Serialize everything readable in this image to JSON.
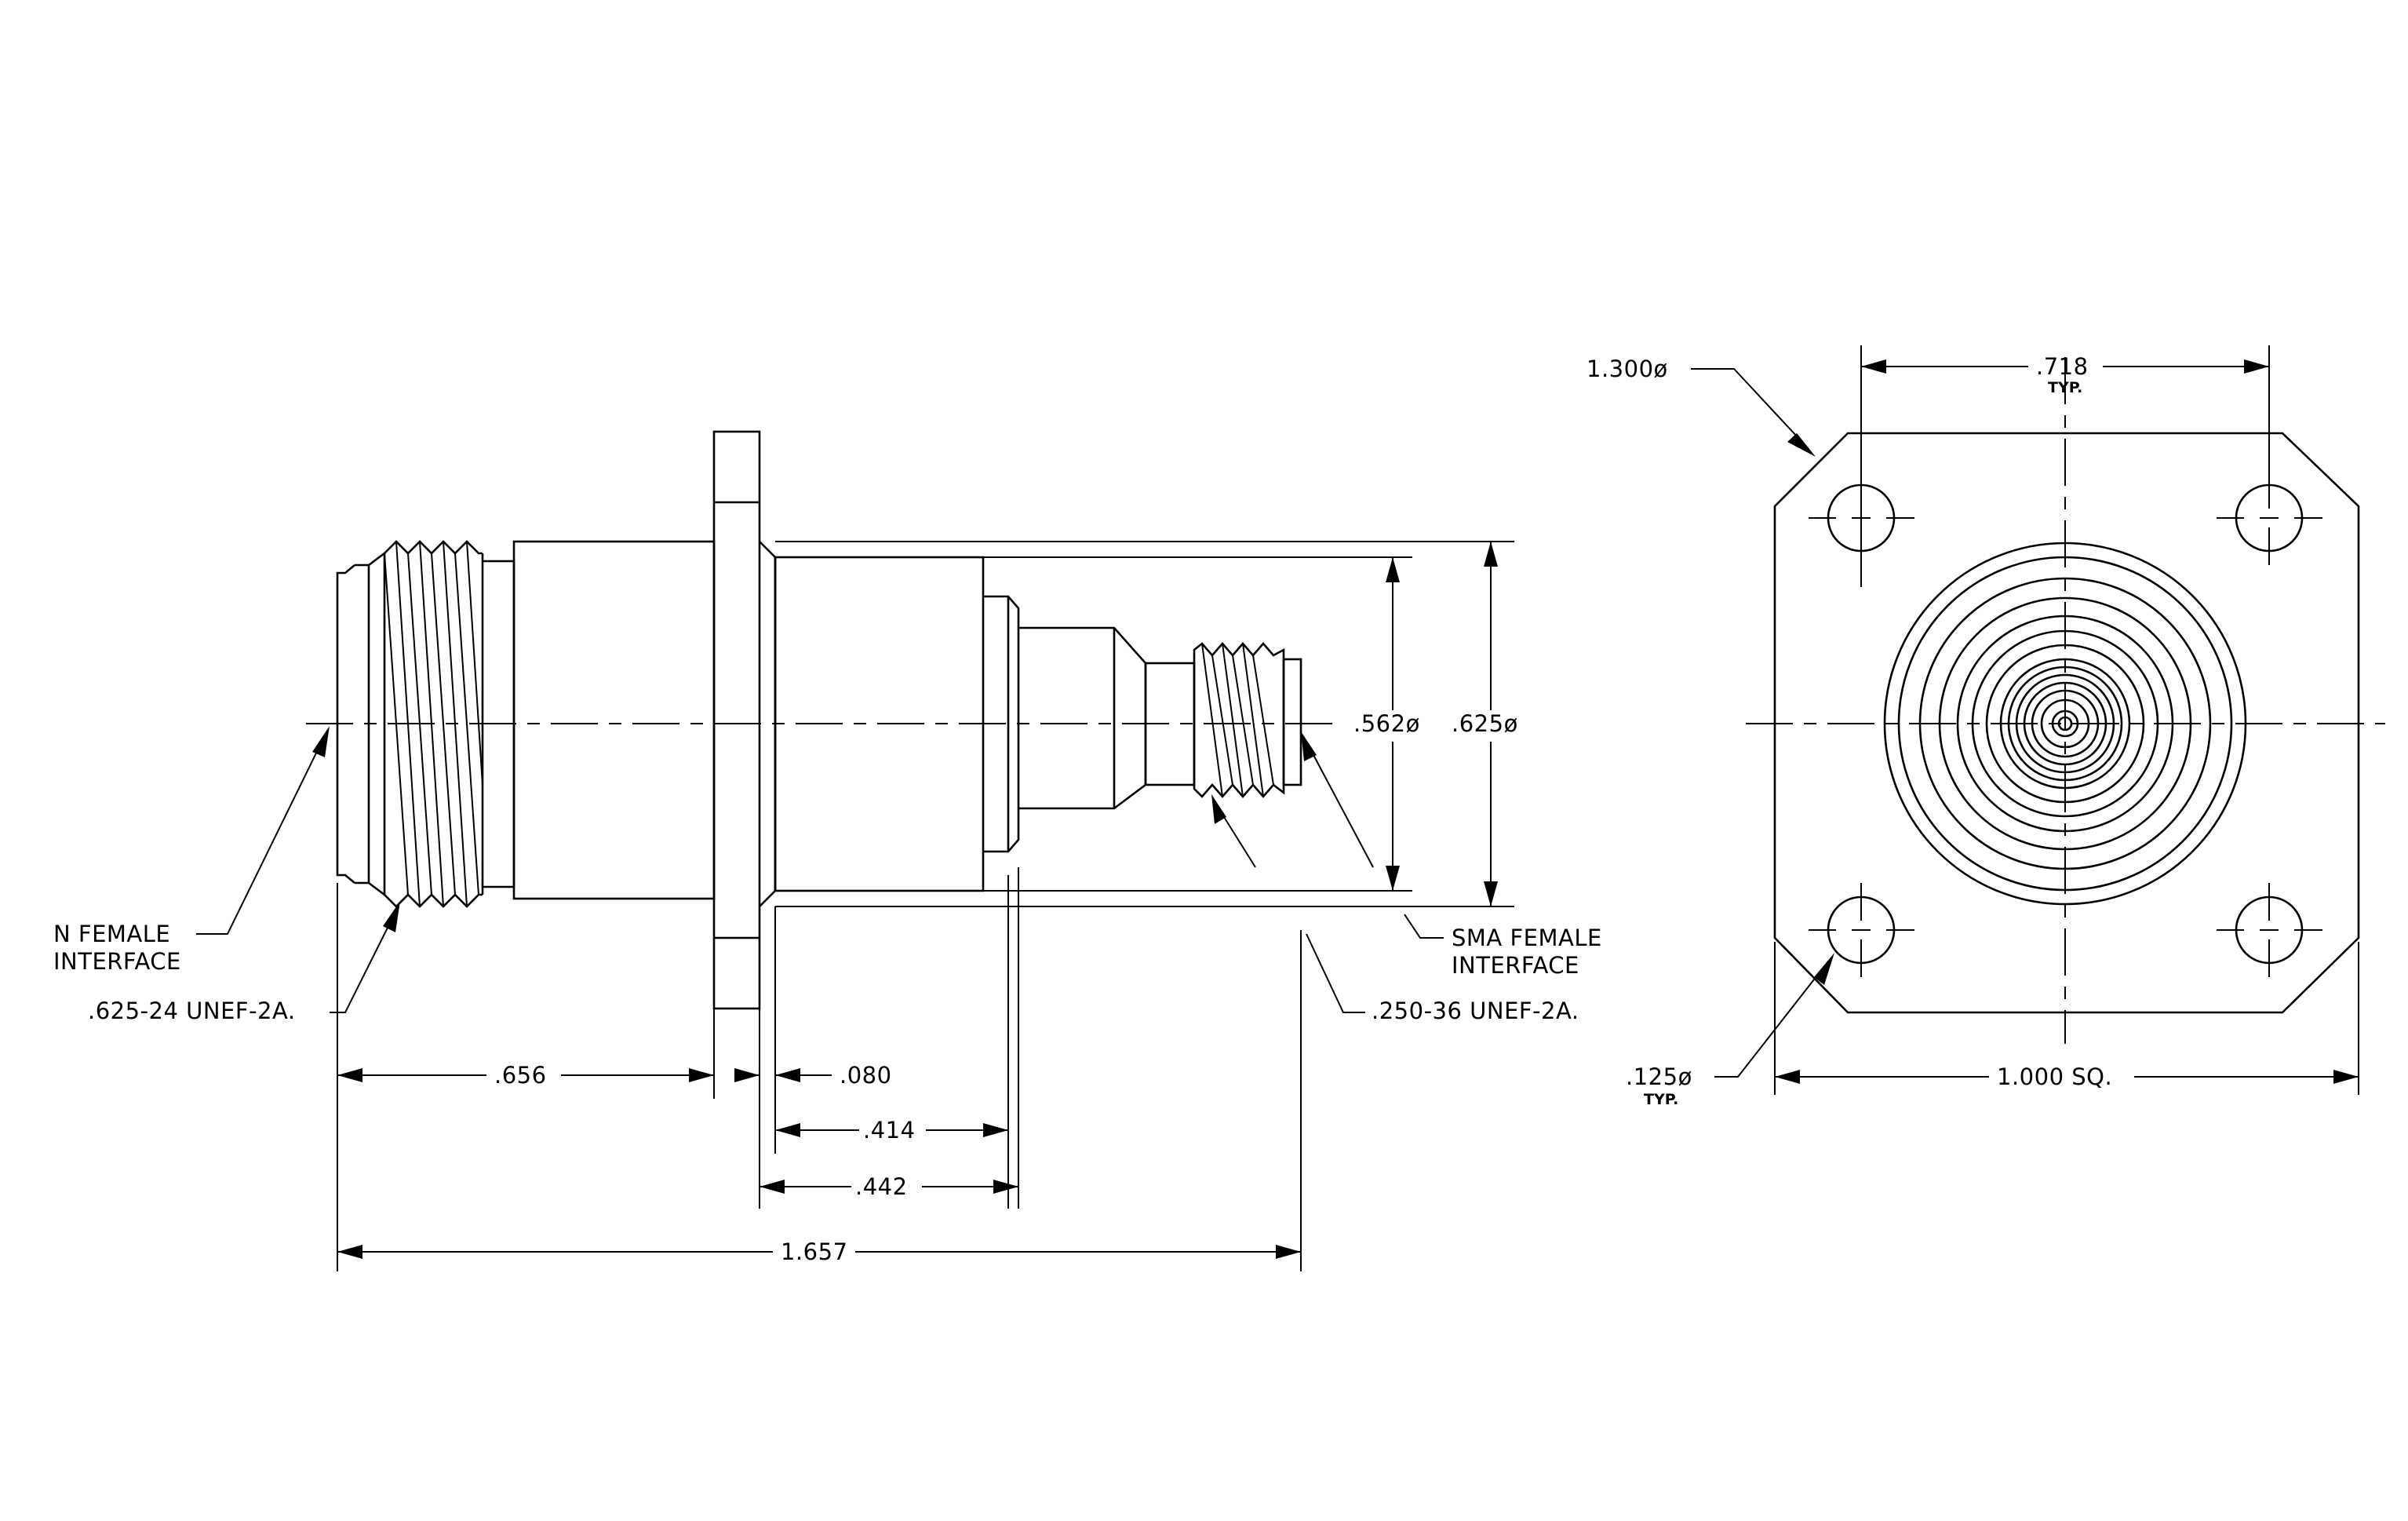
{
  "side_view": {
    "n_female": [
      "N FEMALE",
      "INTERFACE"
    ],
    "n_thread": ".625-24 UNEF-2A.",
    "sma_female": [
      "SMA FEMALE",
      "INTERFACE"
    ],
    "sma_thread": ".250-36 UNEF-2A.",
    "dim_diameter_inner": ".562ø",
    "dim_diameter_outer": ".625ø",
    "dim_656": ".656",
    "dim_080": ".080",
    "dim_414": ".414",
    "dim_442": ".442",
    "dim_overall": "1.657"
  },
  "front_view": {
    "flange_diameter": "1.300ø",
    "hole_spacing": ".718",
    "hole_spacing_note": "TYP.",
    "hole_diameter": ".125ø",
    "hole_diameter_note": "TYP.",
    "flange_size": "1.000 SQ."
  }
}
